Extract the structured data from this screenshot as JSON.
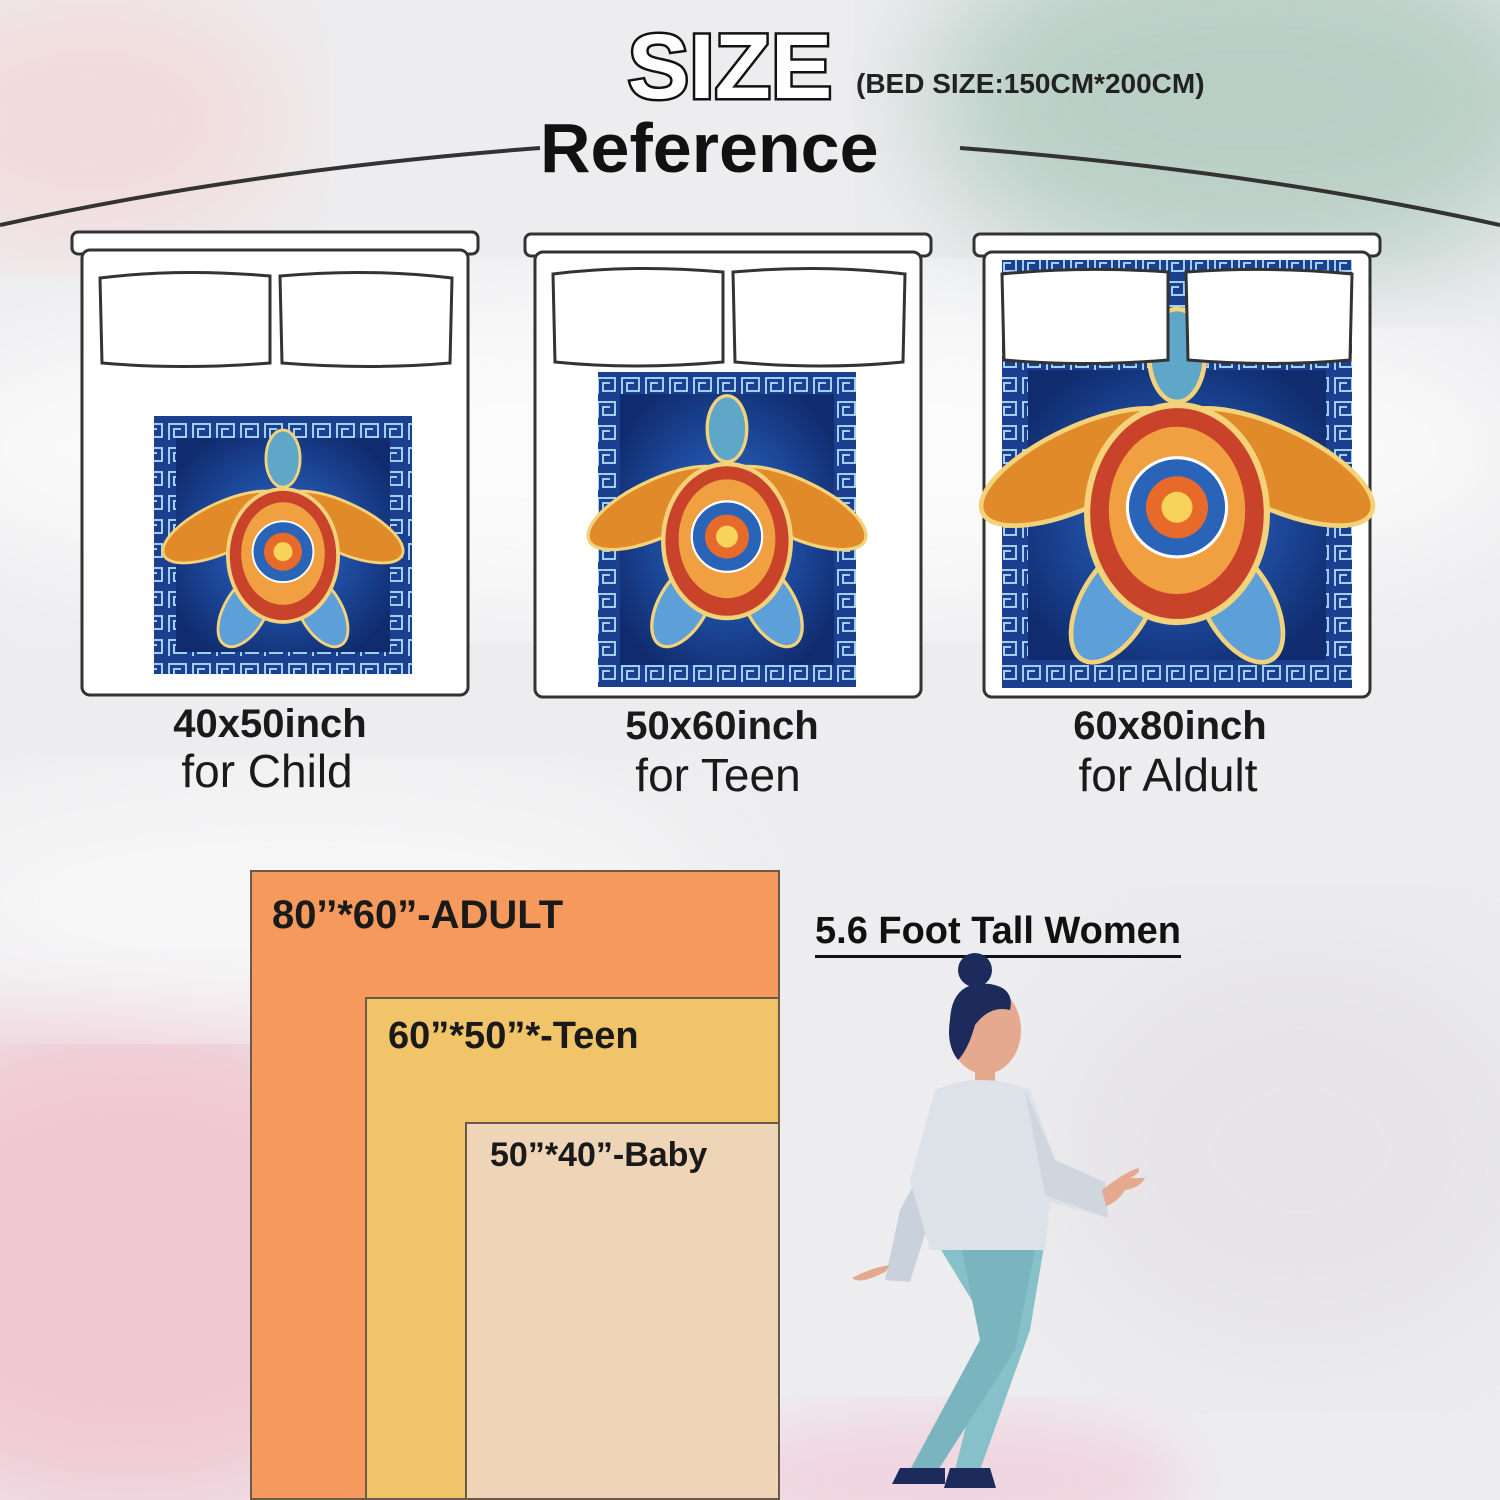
{
  "title": {
    "big": "SIZE",
    "note": "(BED SIZE:150CM*200CM)",
    "sub": "Reference"
  },
  "beds": [
    {
      "size": "40x50inch",
      "audience": "for Child"
    },
    {
      "size": "50x60inch",
      "audience": "for Teen"
    },
    {
      "size": "60x80inch",
      "audience": "for Aldult"
    }
  ],
  "size_chart": {
    "adult": "80’’*60”-ADULT",
    "teen": "60”*50”*-Teen",
    "baby": "50”*40”-Baby",
    "colors": {
      "adult": "#f59a5c",
      "teen": "#f2c46a",
      "baby": "#efd5b8"
    }
  },
  "woman_label": "5.6 Foot Tall Women",
  "colors": {
    "blanket": "#1d3f8f",
    "pattern": "#9fd0f0"
  }
}
